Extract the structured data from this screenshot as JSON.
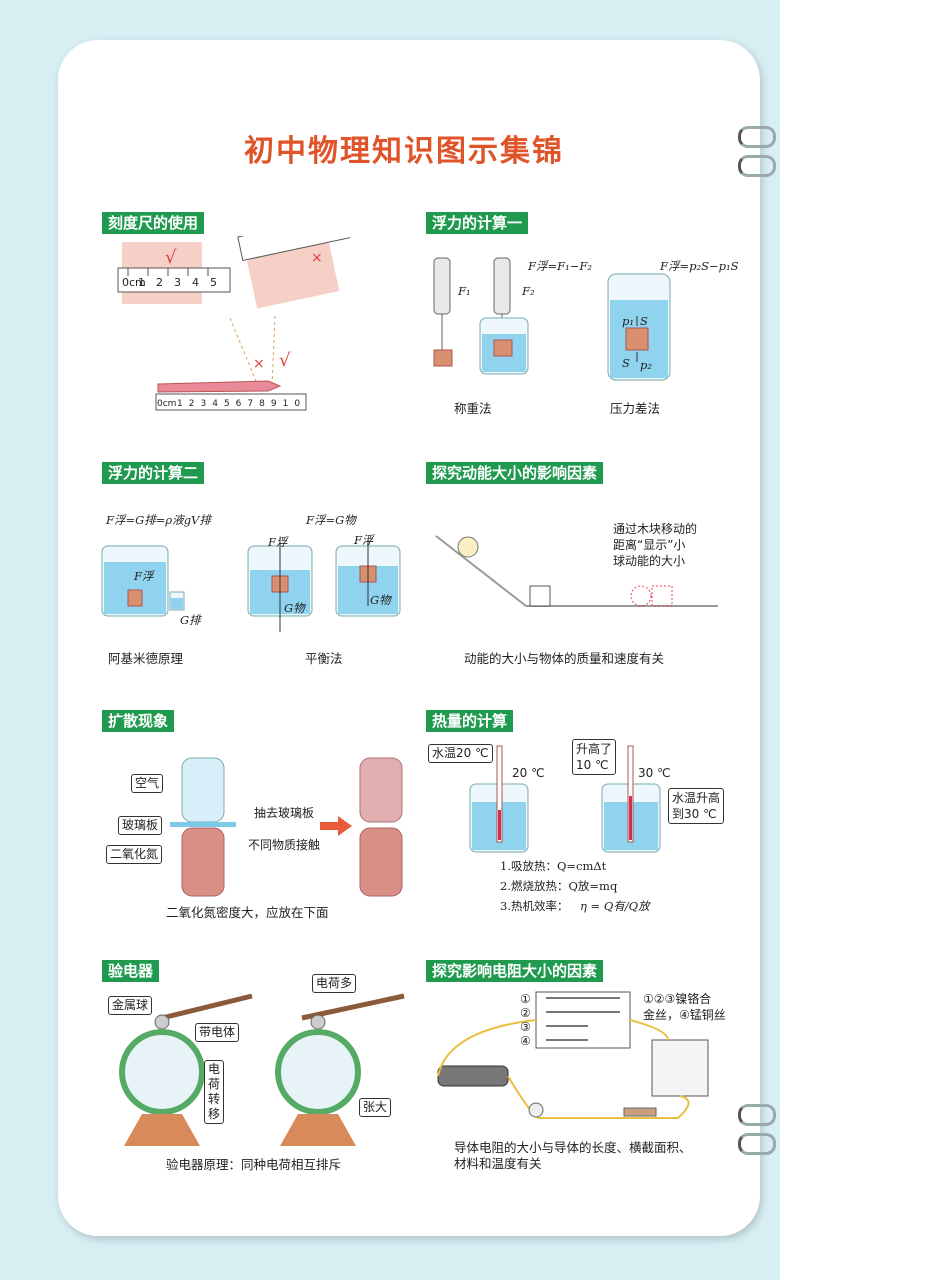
{
  "title": "初中物理知识图示集锦",
  "sections": {
    "ruler": {
      "heading": "刻度尺的使用",
      "mark_correct": "√",
      "mark_wrong": "×",
      "ruler_unit": "0cm",
      "ticks_short": [
        "1",
        "2",
        "3",
        "4",
        "5"
      ],
      "ticks_long": [
        "1",
        "2",
        "3",
        "4",
        "5",
        "6",
        "7",
        "8",
        "9",
        "10"
      ]
    },
    "buoy1": {
      "heading": "浮力的计算一",
      "formula1": "F浮=F₁−F₂",
      "formula2": "F浮=p₂S−p₁S",
      "f1": "F₁",
      "f2": "F₂",
      "p1": "p₁",
      "p2": "p₂",
      "s": "S",
      "caption1": "称重法",
      "caption2": "压力差法"
    },
    "buoy2": {
      "heading": "浮力的计算二",
      "formula1": "F浮=G排=ρ液gV排",
      "formula2": "F浮=G物",
      "f": "F浮",
      "g_pai": "G排",
      "g_wu": "G物",
      "caption1": "阿基米德原理",
      "caption2": "平衡法"
    },
    "kinetic": {
      "heading": "探究动能大小的影响因素",
      "note": [
        "通过木块移动的",
        "距离“显示”小",
        "球动能的大小"
      ],
      "caption": "动能的大小与物体的质量和速度有关"
    },
    "diffusion": {
      "heading": "扩散现象",
      "air": "空气",
      "glass": "玻璃板",
      "no2": "二氧化氮",
      "action": "抽去玻璃板",
      "contact": "不同物质接触",
      "caption": "二氧化氮密度大，应放在下面"
    },
    "heat": {
      "heading": "热量的计算",
      "water_temp": "水温20 ℃",
      "t20": "20 ℃",
      "rise": [
        "升高了",
        "10 ℃"
      ],
      "t30": "30 ℃",
      "rise_to": [
        "水温升高",
        "到30 ℃"
      ],
      "f1": "1.吸放热：Q=cmΔt",
      "f2": "2.燃烧放热：Q放=mq",
      "f3_label": "3.热机效率：",
      "f3": "η = Q有/Q放"
    },
    "electroscope": {
      "heading": "验电器",
      "ball": "金属球",
      "charged": "带电体",
      "transfer": [
        "电",
        "荷",
        "转",
        "移"
      ],
      "more": "电荷多",
      "open": "张大",
      "caption": "验电器原理：同种电荷相互排斥"
    },
    "resistance": {
      "heading": "探究影响电阻大小的因素",
      "nums": [
        "①",
        "②",
        "③",
        "④"
      ],
      "note": [
        "①②③镍铬合",
        "金丝，④锰铜丝"
      ],
      "caption": [
        "导体电阻的大小与导体的长度、横截面积、",
        "材料和温度有关"
      ]
    }
  },
  "colors": {
    "title": "#e0542a",
    "heading_bg": "#1f9a4f",
    "water": "#8fd3ef",
    "cyan_bg": "#d7eef3"
  }
}
